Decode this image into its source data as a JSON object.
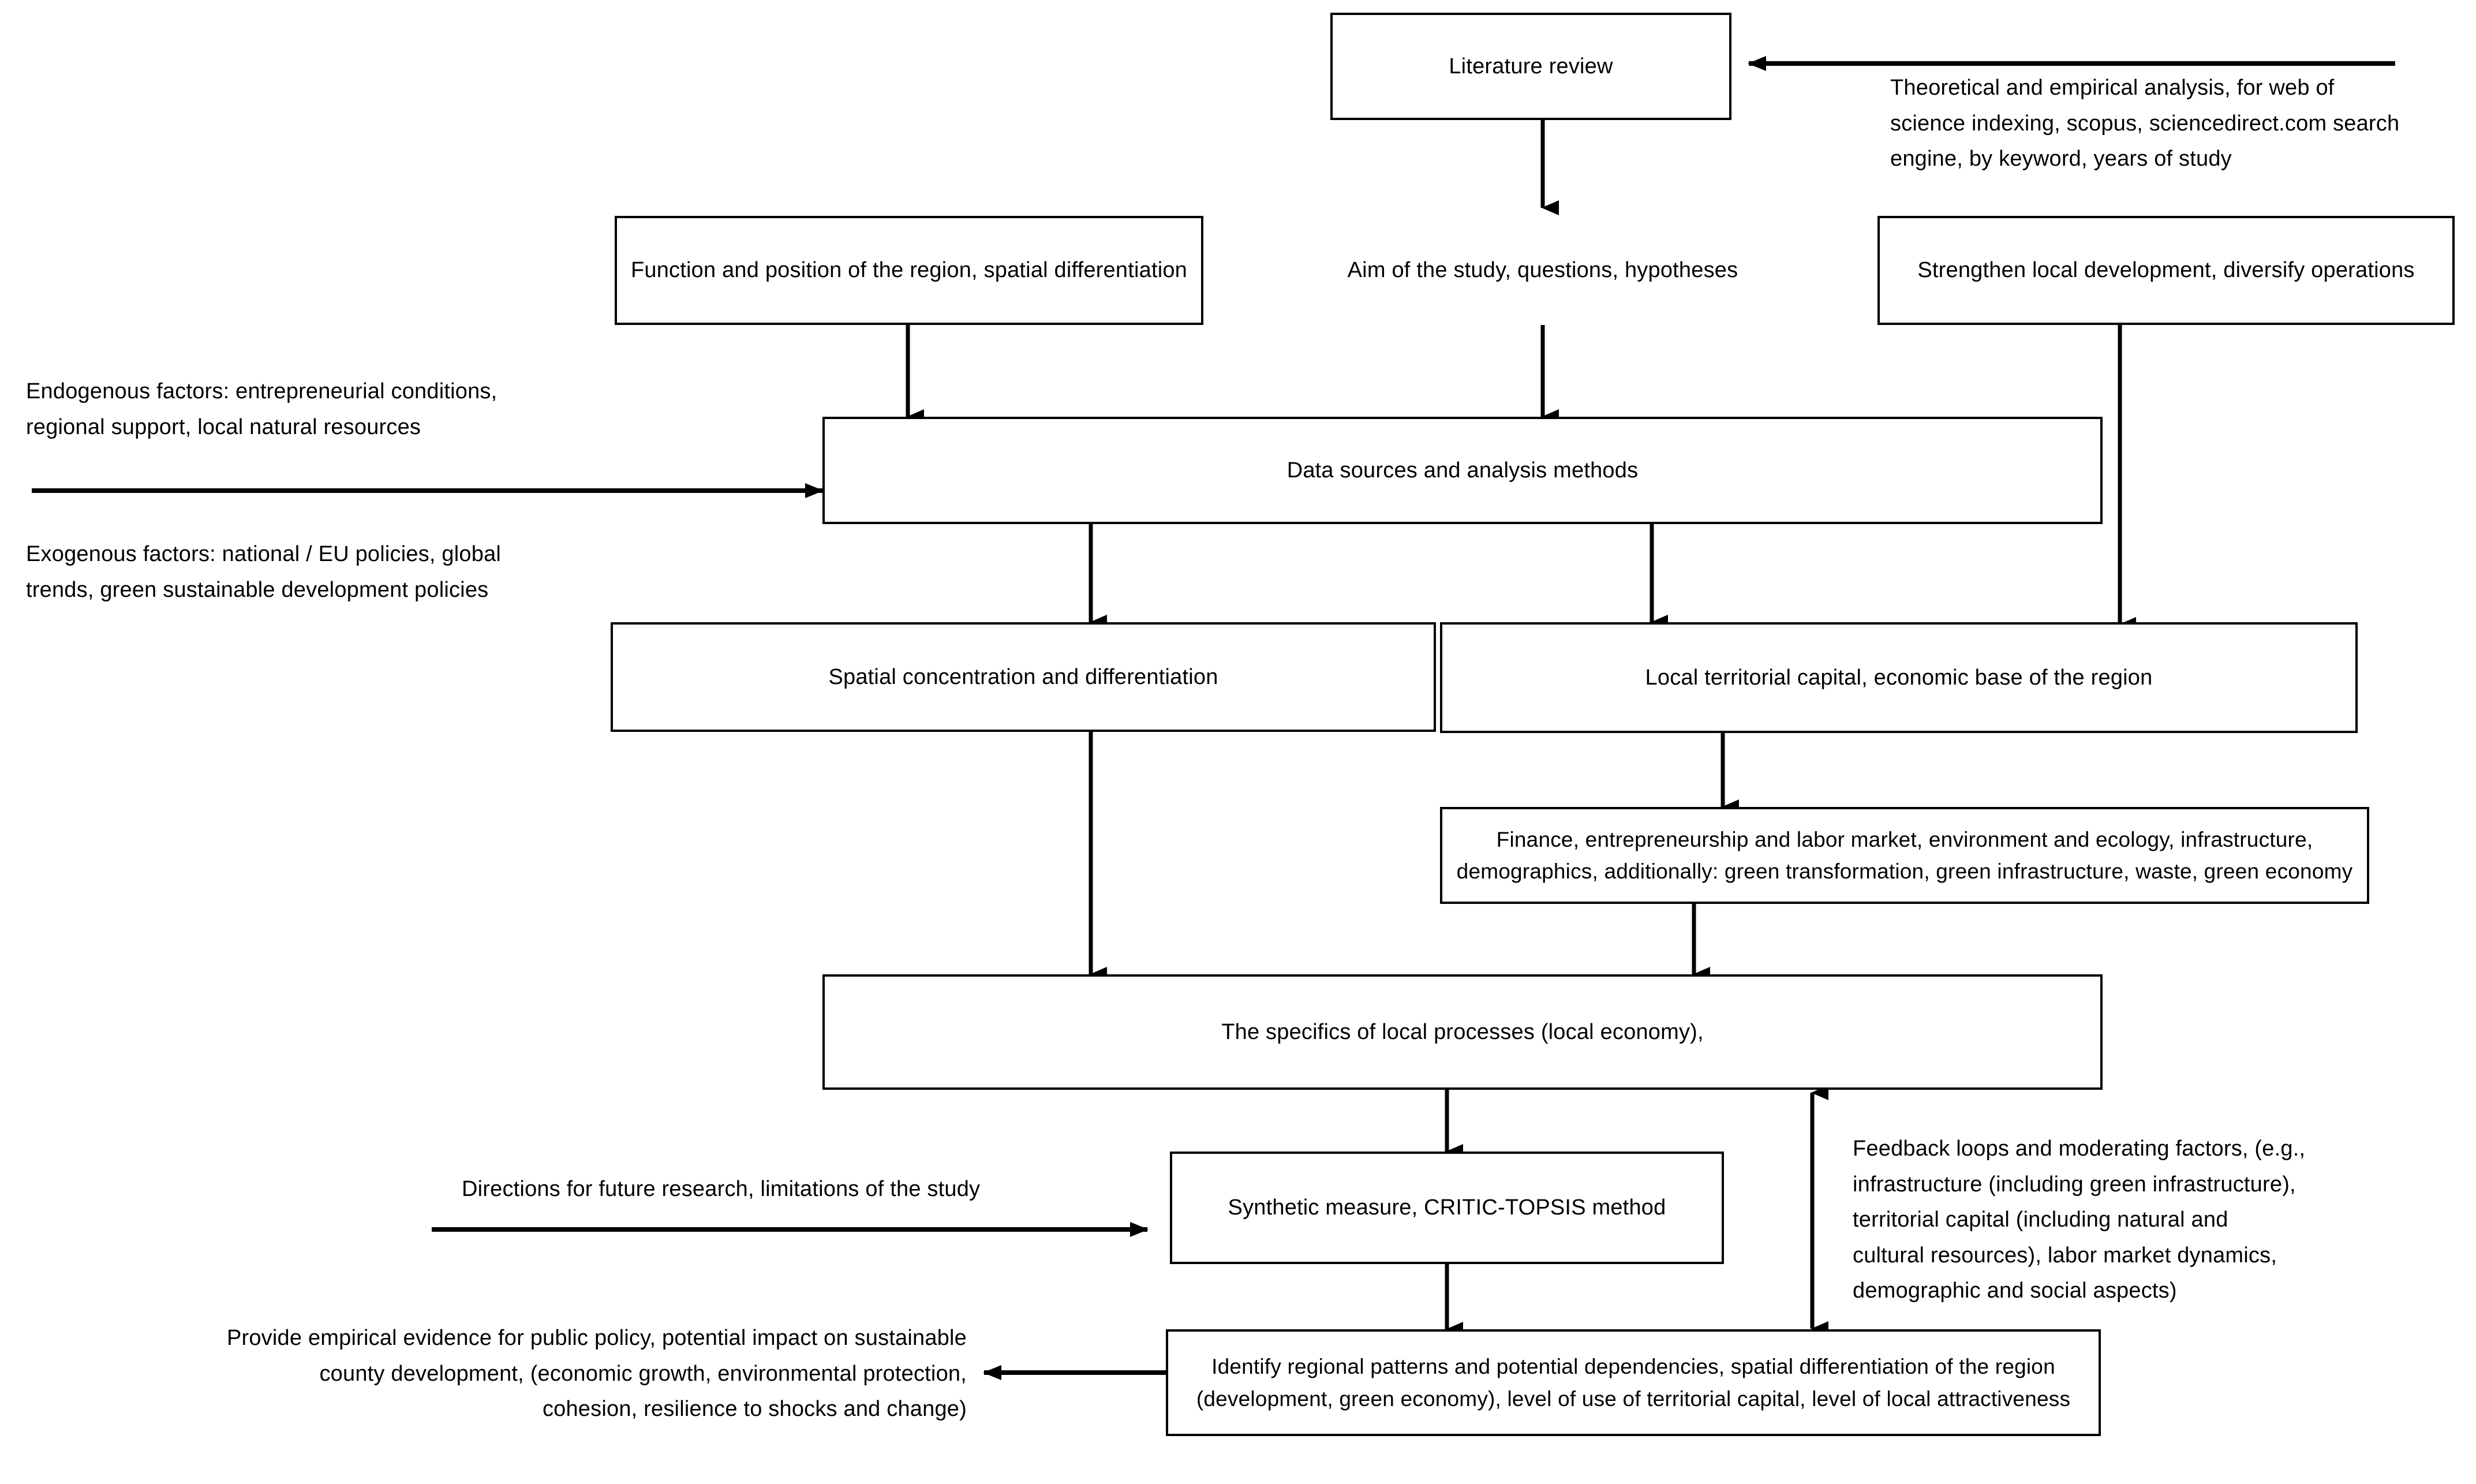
{
  "diagram": {
    "title": "Research framework flowchart",
    "line_color": "#000000",
    "box_border_color": "#000000",
    "background": "#ffffff",
    "boxes": {
      "literature_review": "Literature review",
      "function_position": "Function and position of the region, spatial differentiation",
      "aim_of_study": "Aim of the study, questions, hypotheses",
      "strengthen_local": "Strengthen  local development, diversify operations",
      "data_sources": "Data sources and analysis methods",
      "spatial_concentration": "Spatial concentration and differentiation",
      "local_territorial_capital": "Local territorial capital, economic base of the region",
      "finance_entrepreneurship": "Finance, entrepreneurship and labor market, environment and ecology, infrastructure, demographics, additionally: green transformation, green infrastructure, waste, green economy",
      "specifics_local_processes": "The specifics of local processes (local economy),",
      "synthetic_measure": "Synthetic measure, CRITIC-TOPSIS method",
      "identify_regional_patterns": "Identify regional patterns and potential dependencies, spatial differentiation of the region (development, green economy), level of use of territorial capital, level of local attractiveness"
    },
    "notes": {
      "theoretical_empirical": "Theoretical and empirical analysis, for web of\nscience indexing, scopus, sciencedirect.com search\nengine, by keyword, years of study",
      "endogenous_factors": "Endogenous factors: entrepreneurial  conditions,\nregional support,  local natural resources",
      "exogenous_factors": "Exogenous factors: national / EU policies, global\ntrends, green sustainable  development policies",
      "directions_future_research": "Directions for future research,  limitations  of the study",
      "feedback_loops": "Feedback loops and moderating factors, (e.g.,\ninfrastructure  (including green infrastructure),\nterritorial capital (including natural and\ncultural resources), labor market dynamics,\ndemographic  and social aspects)",
      "provide_empirical_evidence": "Provide empirical evidence for public policy, potential impact on sustainable\ncounty development, (economic growth, environmental protection,\ncohesion, resilience to shocks and change)"
    },
    "connectors": [
      {
        "name": "theoretical-to-literature-review",
        "type": "arrow-left"
      },
      {
        "name": "literature-review-to-aim",
        "type": "arrow-down"
      },
      {
        "name": "function-position-to-data-sources",
        "type": "arrow-down"
      },
      {
        "name": "aim-to-data-sources",
        "type": "arrow-down"
      },
      {
        "name": "strengthen-to-local-territorial-capital",
        "type": "arrow-down"
      },
      {
        "name": "factors-to-data-sources",
        "type": "arrow-right"
      },
      {
        "name": "data-sources-to-spatial-concentration",
        "type": "arrow-down"
      },
      {
        "name": "data-sources-to-local-territorial-capital",
        "type": "arrow-down"
      },
      {
        "name": "local-territorial-capital-to-finance",
        "type": "arrow-down"
      },
      {
        "name": "spatial-concentration-to-specifics",
        "type": "arrow-down"
      },
      {
        "name": "finance-to-specifics",
        "type": "arrow-down"
      },
      {
        "name": "specifics-to-synthetic-measure",
        "type": "arrow-down"
      },
      {
        "name": "directions-to-synthetic-measure",
        "type": "arrow-right"
      },
      {
        "name": "synthetic-measure-to-identify",
        "type": "arrow-down"
      },
      {
        "name": "specifics-identify-feedback",
        "type": "arrow-double-vertical"
      },
      {
        "name": "identify-to-provide-empirical-evidence",
        "type": "arrow-left"
      }
    ]
  }
}
